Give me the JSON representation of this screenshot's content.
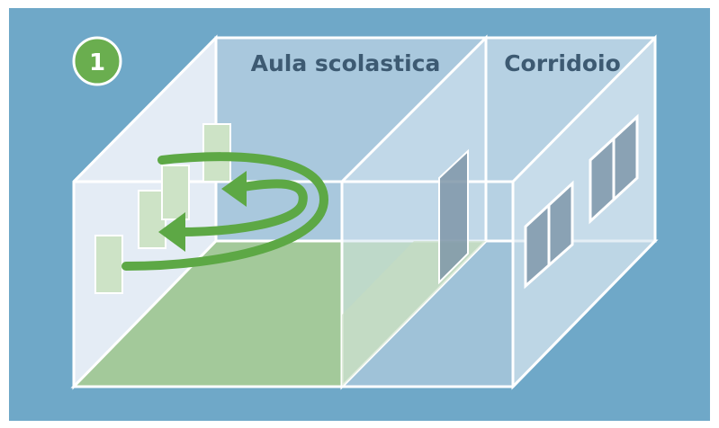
{
  "badge": {
    "number": "1",
    "color": "#6aae4f"
  },
  "rooms": {
    "classroom_label": "Aula scolastica",
    "corridor_label": "Corridoio"
  },
  "colors": {
    "background": "#6fa8c8",
    "wall_light": "#dce8f2",
    "wall_mid": "#b3cfe2",
    "floor_green": "#a9cd9d",
    "arrow_green": "#5da845",
    "outline": "#ffffff",
    "text": "#3d5a72"
  },
  "icons": {
    "airflow": "circular-airflow-arrows",
    "window": "window-icon",
    "door": "door-icon"
  }
}
